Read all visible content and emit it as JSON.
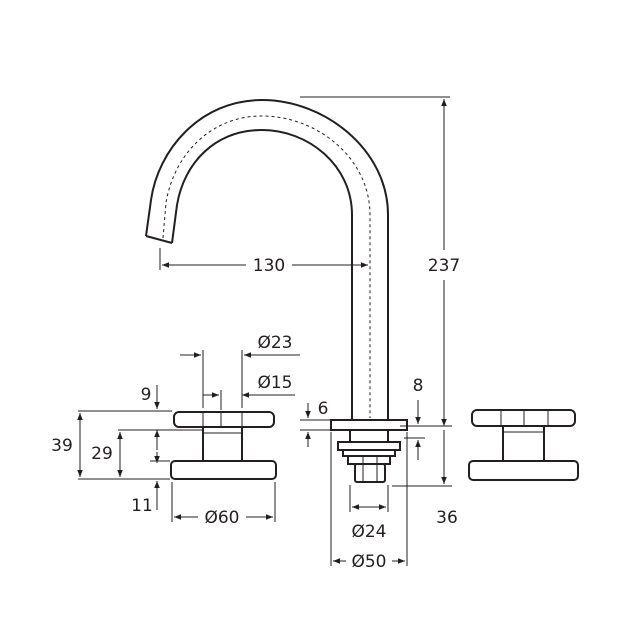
{
  "dimensions": {
    "spout_reach": "130",
    "overall_height": "237",
    "handle_top_dia": "Ø23",
    "handle_stem_dia": "Ø15",
    "handle_cap_height": "9",
    "handle_total_height": "39",
    "handle_body_height": "29",
    "handle_base_height": "11",
    "handle_base_dia": "Ø60",
    "spout_flange_thickness": "6",
    "spout_gap": "8",
    "spout_shank_dia": "Ø24",
    "spout_base_dia": "Ø50",
    "spout_below_deck": "36"
  },
  "colors": {
    "line": "#231f20",
    "background": "#ffffff"
  }
}
